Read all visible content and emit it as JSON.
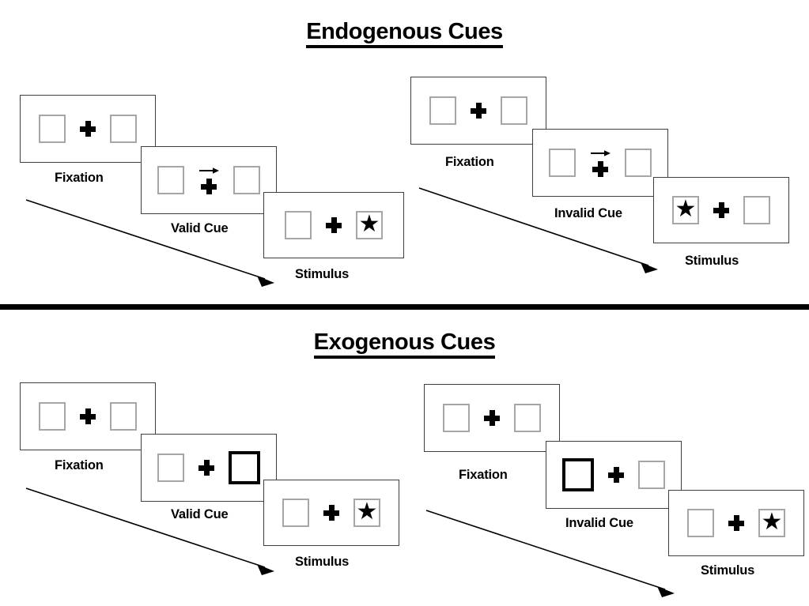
{
  "figure": {
    "title_endogenous": "Endogenous Cues",
    "title_exogenous": "Exogenous Cues",
    "divider_color": "#000000",
    "panel_border_color": "#3f3f3f",
    "box_border_color": "#a6a6a6",
    "cue_box_border_color": "#000000",
    "star_glyph": "★",
    "arrow_glyph": "→"
  },
  "sections": [
    {
      "id": "endogenous",
      "title": "Endogenous Cues",
      "sequences": [
        {
          "id": "endogenous-valid",
          "steps": [
            {
              "label": "Fixation",
              "left_box": "empty",
              "right_box": "empty",
              "center": "cross"
            },
            {
              "label": "Valid Cue",
              "left_box": "empty",
              "right_box": "empty",
              "center": "cross-with-right-arrow"
            },
            {
              "label": "Stimulus",
              "left_box": "empty",
              "right_box": "star",
              "center": "cross"
            }
          ]
        },
        {
          "id": "endogenous-invalid",
          "steps": [
            {
              "label": "Fixation",
              "left_box": "empty",
              "right_box": "empty",
              "center": "cross"
            },
            {
              "label": "Invalid Cue",
              "left_box": "empty",
              "right_box": "empty",
              "center": "cross-with-right-arrow"
            },
            {
              "label": "Stimulus",
              "left_box": "star",
              "right_box": "empty",
              "center": "cross"
            }
          ]
        }
      ]
    },
    {
      "id": "exogenous",
      "title": "Exogenous Cues",
      "sequences": [
        {
          "id": "exogenous-valid",
          "steps": [
            {
              "label": "Fixation",
              "left_box": "empty",
              "right_box": "empty",
              "center": "cross"
            },
            {
              "label": "Valid Cue",
              "left_box": "empty",
              "right_box": "highlighted",
              "center": "cross"
            },
            {
              "label": "Stimulus",
              "left_box": "empty",
              "right_box": "star",
              "center": "cross"
            }
          ]
        },
        {
          "id": "exogenous-invalid",
          "steps": [
            {
              "label": "Fixation",
              "left_box": "empty",
              "right_box": "empty",
              "center": "cross"
            },
            {
              "label": "Invalid Cue",
              "left_box": "highlighted",
              "right_box": "empty",
              "center": "cross"
            },
            {
              "label": "Stimulus",
              "left_box": "empty",
              "right_box": "star",
              "center": "cross"
            }
          ]
        }
      ]
    }
  ]
}
